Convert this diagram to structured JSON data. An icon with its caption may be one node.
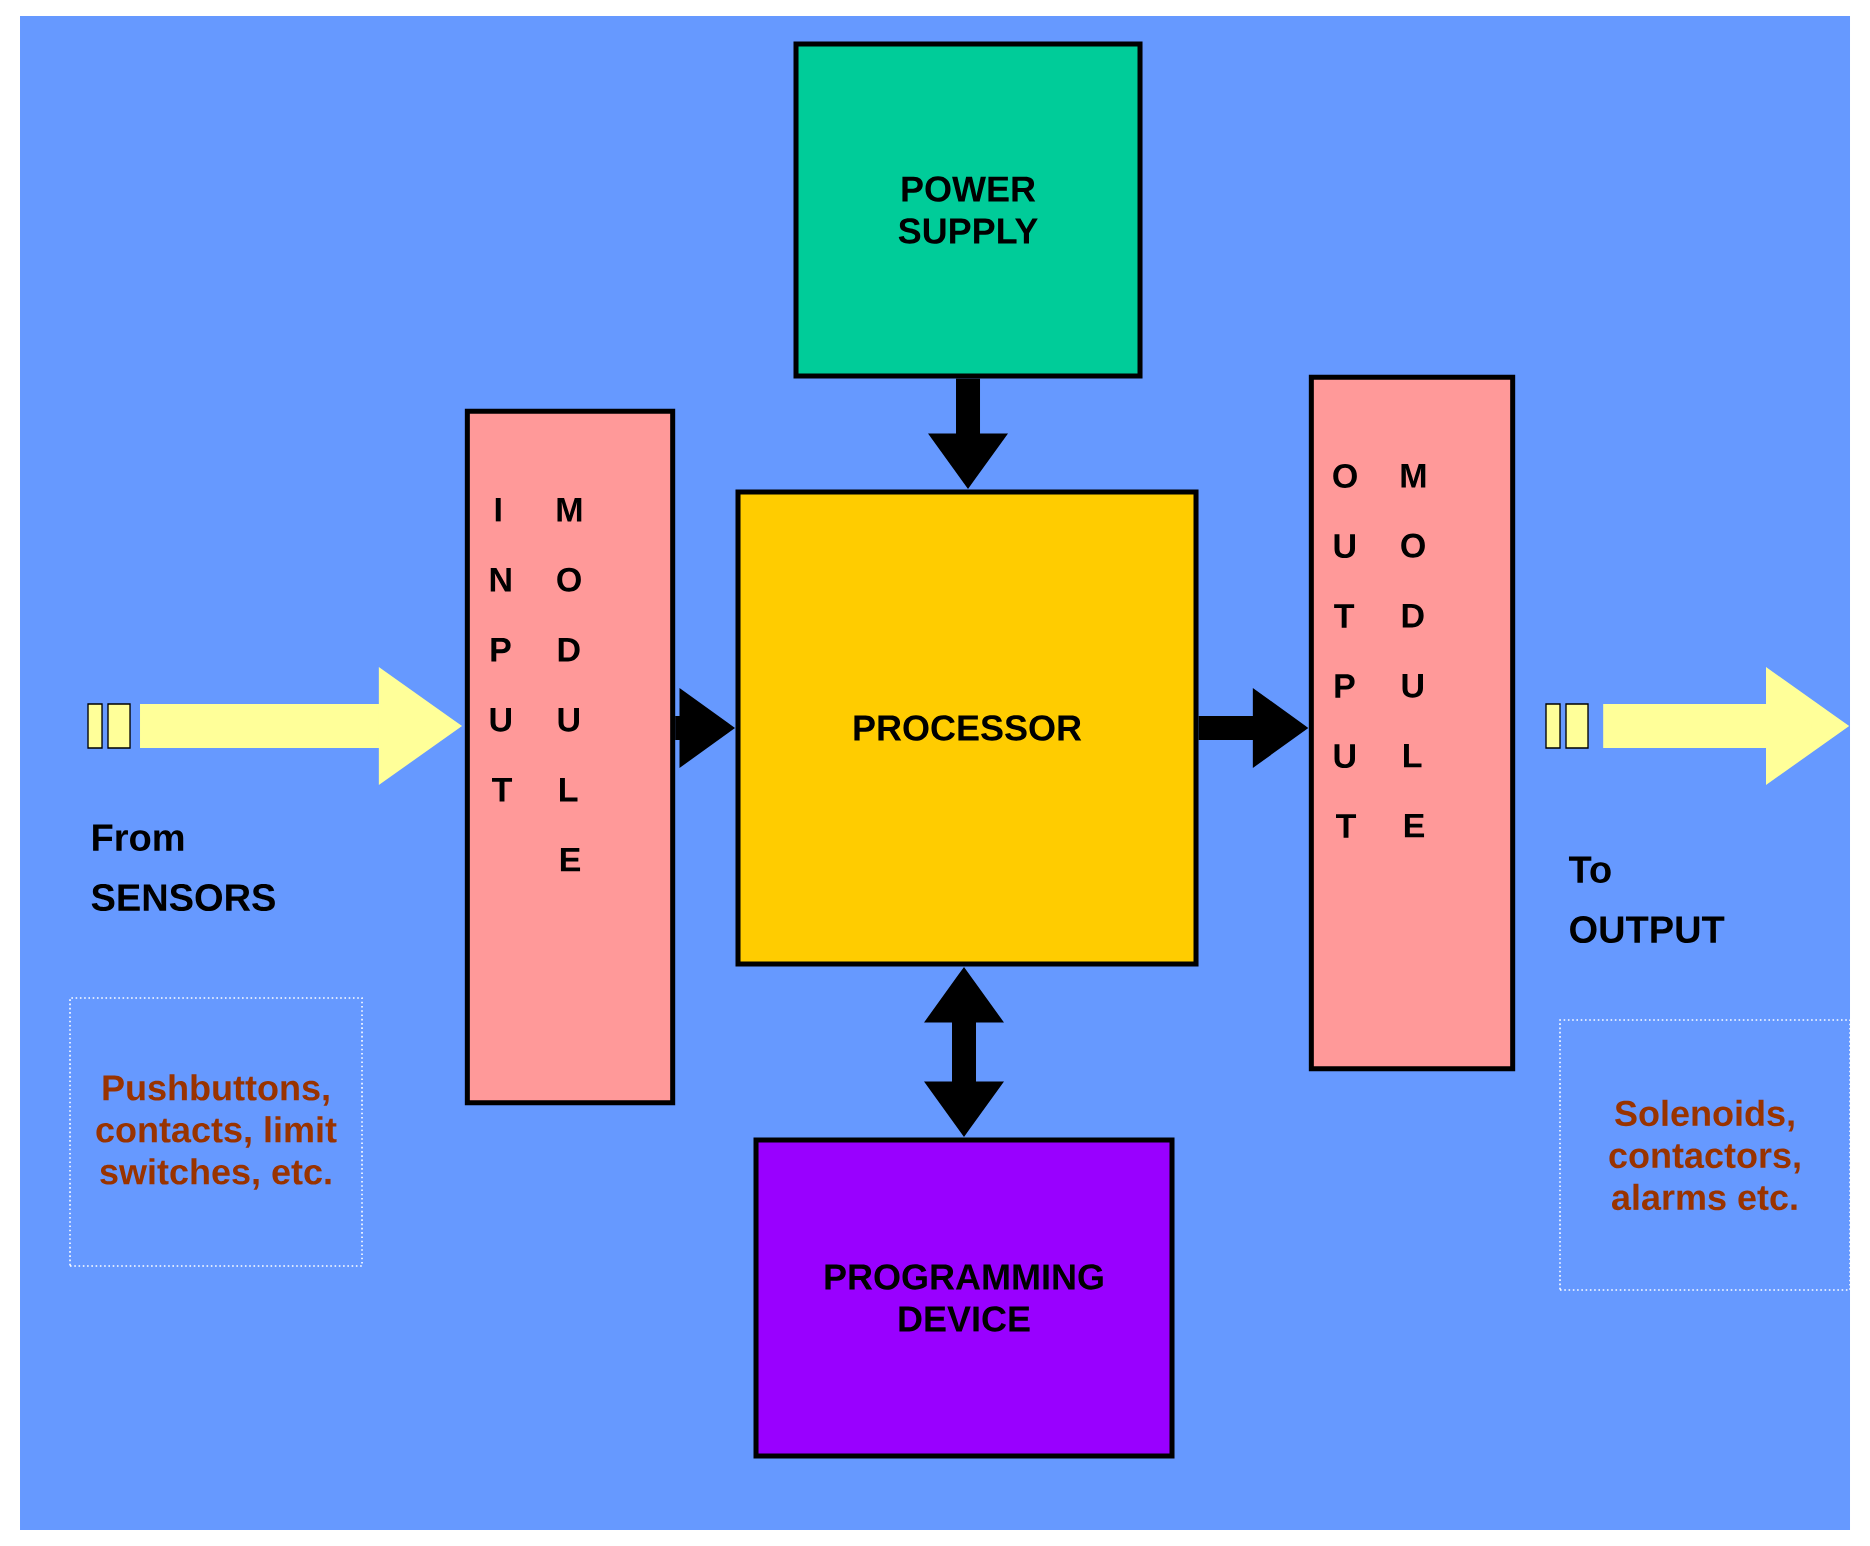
{
  "diagram": {
    "nodes": [
      {
        "text": [
          "POWER SUPPLY"
        ]
      },
      {
        "text": [
          "INPUT",
          "MODULE"
        ]
      },
      {
        "text": [
          "PROCESSOR"
        ]
      },
      {
        "text": [
          "OUTPUT",
          "MODULE"
        ]
      },
      {
        "text": [
          "PROGRAMMING DEVICE"
        ]
      },
      {
        "text": [
          "Pushbuttons, contacts, limit switches, etc."
        ]
      },
      {
        "text": [
          "Solenoids, contactors, alarms etc."
        ]
      }
    ],
    "edges": [
      {
        "from": 0,
        "to": 2,
        "arrow": "to"
      },
      {
        "from": 1,
        "to": 2,
        "arrow": "to"
      },
      {
        "from": 2,
        "to": 3,
        "arrow": "to"
      },
      {
        "from": 2,
        "to": 4,
        "arrow": "both"
      },
      {
        "from": null,
        "to": 1,
        "arrow": "to",
        "style": "thick",
        "color": "#ffff99"
      },
      {
        "from": 3,
        "to": null,
        "arrow": "to",
        "style": "thick",
        "color": "#ffff99"
      }
    ],
    "labels": [
      "From SENSORS",
      "To OUTPUT"
    ]
  }
}
